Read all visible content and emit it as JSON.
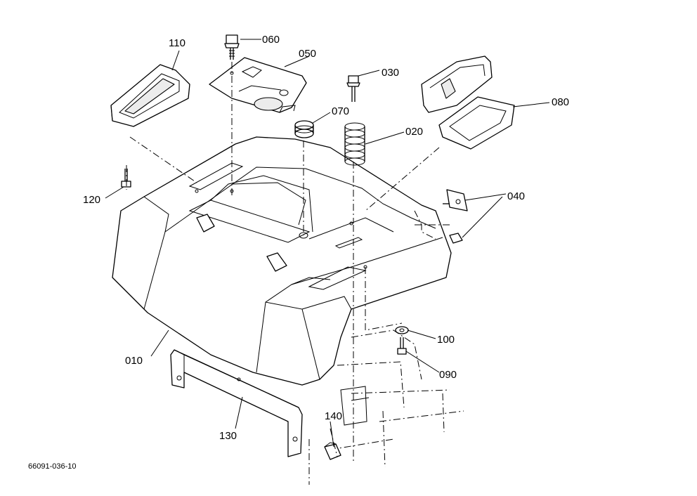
{
  "diagram": {
    "figure_number": "66091-036-10",
    "parts": [
      {
        "id": "010"
      },
      {
        "id": "020"
      },
      {
        "id": "030"
      },
      {
        "id": "040"
      },
      {
        "id": "050"
      },
      {
        "id": "060"
      },
      {
        "id": "070"
      },
      {
        "id": "080"
      },
      {
        "id": "090"
      },
      {
        "id": "100"
      },
      {
        "id": "110"
      },
      {
        "id": "120"
      },
      {
        "id": "130"
      },
      {
        "id": "140"
      }
    ]
  },
  "colors": {
    "ink": "#000000",
    "paper": "#ffffff"
  }
}
